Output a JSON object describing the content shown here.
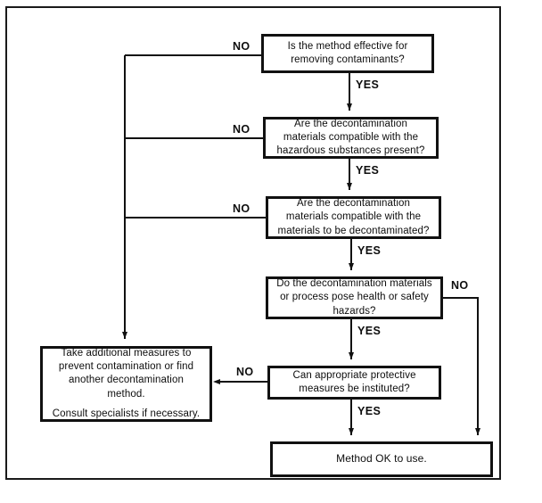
{
  "diagram": {
    "title": "Decontamination method selection flowchart",
    "background_color": "#ffffff",
    "line_color": "#111111",
    "text_color": "#0d0d0d"
  },
  "nodes": {
    "q1": {
      "id": "q1",
      "type": "decision",
      "lines": [
        "Is the method effective for",
        "removing contaminants?"
      ]
    },
    "q2": {
      "id": "q2",
      "type": "decision",
      "lines": [
        "Are the decontamination",
        "materials compatible with the",
        "hazardous substances present?"
      ]
    },
    "q3": {
      "id": "q3",
      "type": "decision",
      "lines": [
        "Are the decontamination",
        "materials compatible with the",
        "materials to be decontaminated?"
      ]
    },
    "q4": {
      "id": "q4",
      "type": "decision",
      "lines": [
        "Do the decontamination materials",
        "or process pose health or safety",
        "hazards?"
      ]
    },
    "q5": {
      "id": "q5",
      "type": "decision",
      "lines": [
        "Can appropriate protective",
        "measures be instituted?"
      ]
    },
    "action": {
      "id": "action",
      "type": "action",
      "lines": [
        "Take additional measures to",
        "prevent contamination or find",
        "another decontamination",
        "method."
      ],
      "paragraph2": [
        "Consult specialists if necessary."
      ]
    },
    "terminal": {
      "id": "terminal",
      "type": "terminal",
      "lines": [
        "Method OK to use."
      ]
    }
  },
  "edge_labels": {
    "no_q1": "NO",
    "no_q2": "NO",
    "no_q3": "NO",
    "no_q4": "NO",
    "no_q5": "NO",
    "yes_q1": "YES",
    "yes_q2": "YES",
    "yes_q3": "YES",
    "yes_q4": "YES",
    "yes_q5": "YES"
  },
  "edges": [
    {
      "from": "q1",
      "to": "q2",
      "label": "YES"
    },
    {
      "from": "q2",
      "to": "q3",
      "label": "YES"
    },
    {
      "from": "q3",
      "to": "q4",
      "label": "YES"
    },
    {
      "from": "q4",
      "to": "q5",
      "label": "YES"
    },
    {
      "from": "q5",
      "to": "terminal",
      "label": "YES"
    },
    {
      "from": "q1",
      "to": "action",
      "label": "NO"
    },
    {
      "from": "q2",
      "to": "action",
      "label": "NO"
    },
    {
      "from": "q3",
      "to": "action",
      "label": "NO"
    },
    {
      "from": "q5",
      "to": "action",
      "label": "NO"
    },
    {
      "from": "q4",
      "to": "terminal",
      "label": "NO"
    }
  ]
}
